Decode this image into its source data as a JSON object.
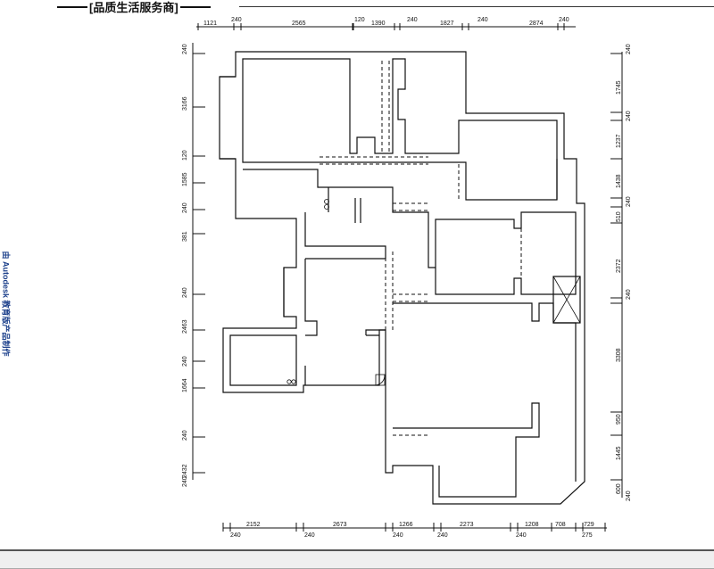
{
  "header": {
    "title": "[品质生活服务商]"
  },
  "watermark": "由 Autodesk 教育版产品制作",
  "dims": {
    "top": [
      "1121",
      "240",
      "2565",
      "120",
      "1390",
      "240",
      "1827",
      "240",
      "2874",
      "240"
    ],
    "bottom": [
      "2152",
      "2673",
      "1266",
      "2273",
      "1208",
      "708",
      "729"
    ],
    "bottom_sub": [
      "240",
      "240",
      "240",
      "240",
      "240",
      "275"
    ],
    "left": [
      "240",
      "3166",
      "120",
      "1585",
      "240",
      "381",
      "240",
      "2463",
      "240",
      "1664",
      "240",
      "2432",
      "240"
    ],
    "right": [
      "240",
      "1745",
      "240",
      "1237",
      "1438",
      "240",
      "510",
      "2372",
      "240",
      "3308",
      "950",
      "1445",
      "600",
      "240"
    ]
  }
}
